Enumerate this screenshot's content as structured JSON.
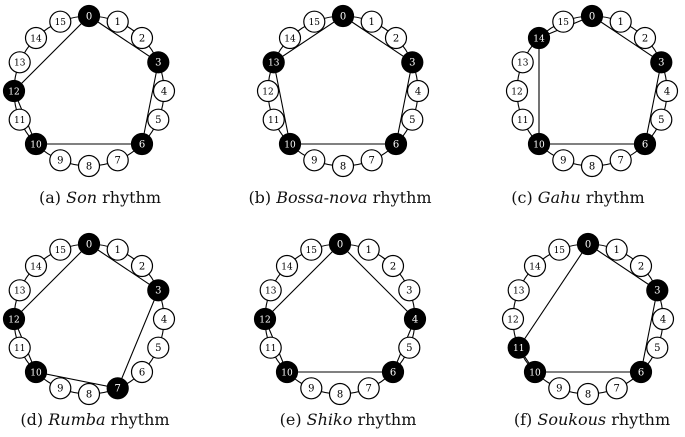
{
  "figure": {
    "pulse_count": 16,
    "node_labels": [
      "0",
      "1",
      "2",
      "3",
      "4",
      "5",
      "6",
      "7",
      "8",
      "9",
      "10",
      "11",
      "12",
      "13",
      "14",
      "15"
    ],
    "colors": {
      "background": "#ffffff",
      "line": "#000000",
      "onset_fill": "#000000",
      "onset_text": "#ffffff",
      "rest_fill": "#ffffff",
      "rest_text": "#000000"
    },
    "rhythms": [
      {
        "caption": {
          "prefix": "(a)",
          "name": "Son",
          "suffix": "rhythm"
        },
        "onsets": [
          0,
          3,
          6,
          10,
          12
        ]
      },
      {
        "caption": {
          "prefix": "(b)",
          "name": "Bossa-nova",
          "suffix": "rhythm"
        },
        "onsets": [
          0,
          3,
          6,
          10,
          13
        ]
      },
      {
        "caption": {
          "prefix": "(c)",
          "name": "Gahu",
          "suffix": "rhythm"
        },
        "onsets": [
          0,
          3,
          6,
          10,
          14
        ]
      },
      {
        "caption": {
          "prefix": "(d)",
          "name": "Rumba",
          "suffix": "rhythm"
        },
        "onsets": [
          0,
          3,
          7,
          10,
          12
        ]
      },
      {
        "caption": {
          "prefix": "(e)",
          "name": "Shiko",
          "suffix": "rhythm"
        },
        "onsets": [
          0,
          4,
          6,
          10,
          12
        ]
      },
      {
        "caption": {
          "prefix": "(f)",
          "name": "Soukous",
          "suffix": "rhythm"
        },
        "onsets": [
          0,
          3,
          6,
          10,
          11
        ]
      }
    ]
  }
}
